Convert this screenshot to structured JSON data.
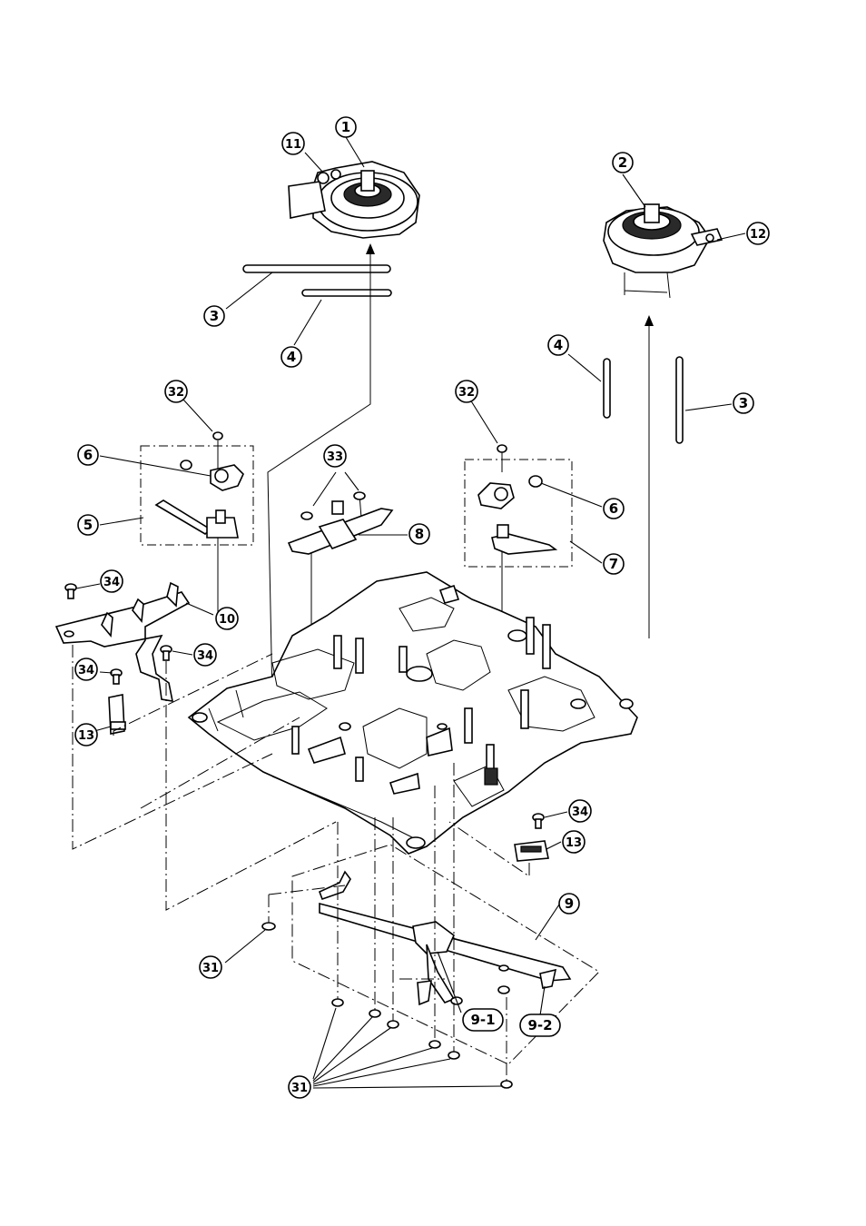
{
  "diagram": {
    "callouts": [
      {
        "id": "c1",
        "label": "1"
      },
      {
        "id": "c2",
        "label": "2"
      },
      {
        "id": "c3a",
        "label": "3"
      },
      {
        "id": "c3b",
        "label": "3"
      },
      {
        "id": "c4a",
        "label": "4"
      },
      {
        "id": "c4b",
        "label": "4"
      },
      {
        "id": "c5",
        "label": "5"
      },
      {
        "id": "c6a",
        "label": "6"
      },
      {
        "id": "c6b",
        "label": "6"
      },
      {
        "id": "c7",
        "label": "7"
      },
      {
        "id": "c8",
        "label": "8"
      },
      {
        "id": "c9",
        "label": "9"
      },
      {
        "id": "c10",
        "label": "10"
      },
      {
        "id": "c11",
        "label": "11"
      },
      {
        "id": "c12",
        "label": "12"
      },
      {
        "id": "c13a",
        "label": "13"
      },
      {
        "id": "c13b",
        "label": "13"
      },
      {
        "id": "c31a",
        "label": "31"
      },
      {
        "id": "c31b",
        "label": "31"
      },
      {
        "id": "c32a",
        "label": "32"
      },
      {
        "id": "c32b",
        "label": "32"
      },
      {
        "id": "c33",
        "label": "33"
      },
      {
        "id": "c34a",
        "label": "34"
      },
      {
        "id": "c34b",
        "label": "34"
      },
      {
        "id": "c34c",
        "label": "34"
      },
      {
        "id": "c34d",
        "label": "34"
      }
    ],
    "sub_labels": [
      {
        "id": "s91",
        "label": "9-1"
      },
      {
        "id": "s92",
        "label": "9-2"
      }
    ]
  }
}
